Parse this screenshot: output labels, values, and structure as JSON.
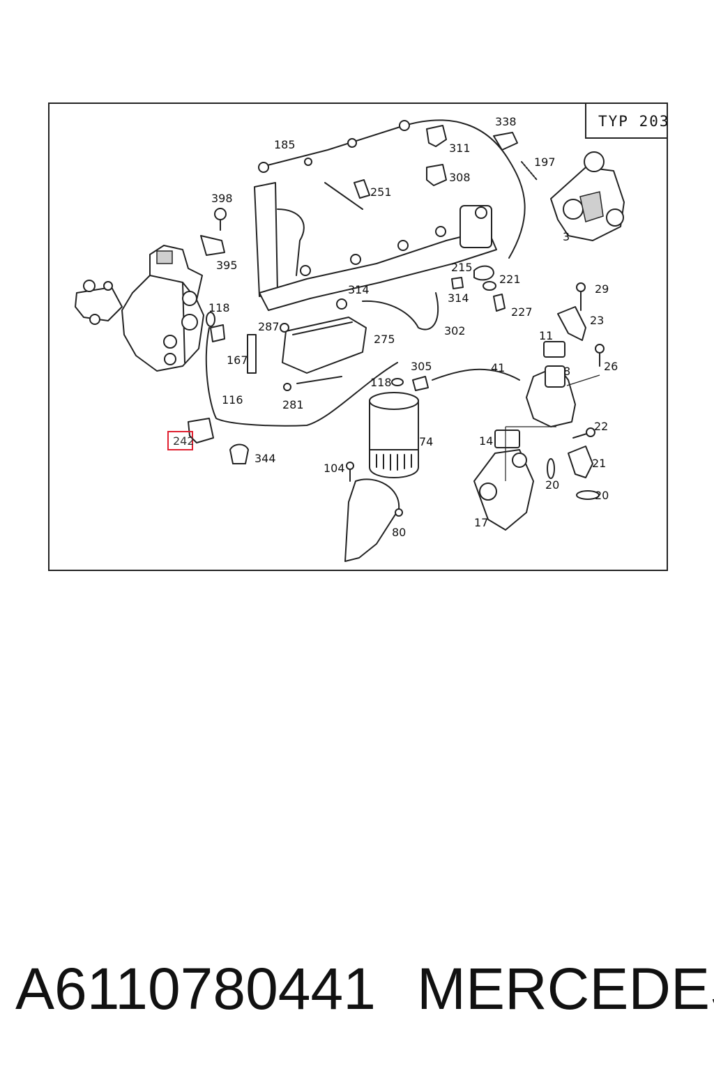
{
  "diagram": {
    "tag": "TYP 203",
    "highlight_color": "#e02030",
    "highlighted_part": "242",
    "part_labels": [
      "185",
      "338",
      "311",
      "197",
      "308",
      "251",
      "398",
      "3",
      "395",
      "215",
      "221",
      "314",
      "118",
      "29",
      "287",
      "314",
      "227",
      "275",
      "302",
      "23",
      "11",
      "167",
      "305",
      "41",
      "26",
      "118",
      "8",
      "116",
      "281",
      "242",
      "22",
      "74",
      "14",
      "344",
      "21",
      "104",
      "20",
      "20",
      "17",
      "80"
    ]
  },
  "caption": {
    "part_number": "A6110780441",
    "brand": "MERCEDES"
  }
}
